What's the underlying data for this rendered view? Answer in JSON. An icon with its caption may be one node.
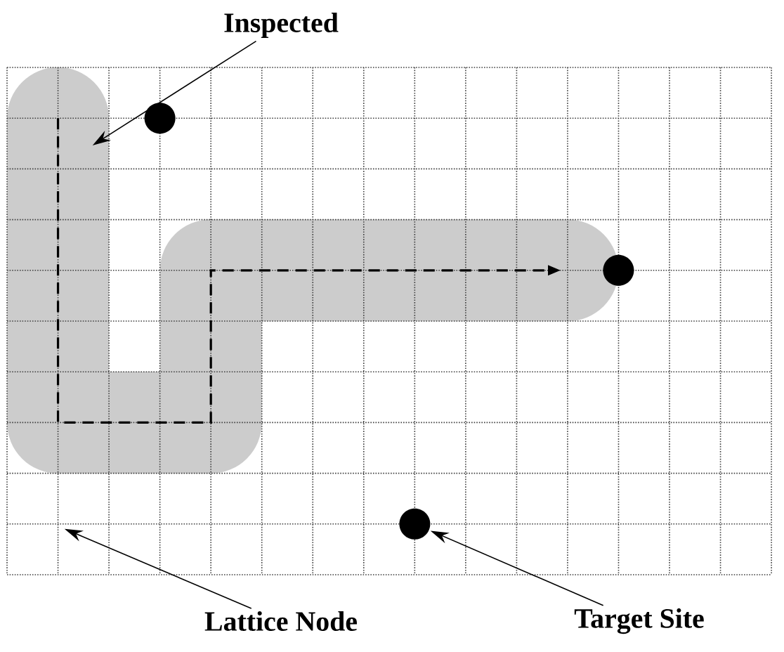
{
  "diagram": {
    "nodes": [
      {
        "text": [
          "Inspected"
        ]
      },
      {
        "text": [],
        "shape": "circle"
      },
      {
        "text": [],
        "shape": "circle"
      },
      {
        "text": [],
        "shape": "circle"
      },
      {
        "text": [
          "Lattice Node"
        ]
      },
      {
        "text": [
          "Target Site"
        ]
      }
    ],
    "edges": [
      {
        "from": 0,
        "to": null,
        "arrow": "to"
      },
      {
        "from": 4,
        "to": null,
        "arrow": "to"
      },
      {
        "from": 5,
        "to": 3,
        "arrow": "to"
      }
    ]
  }
}
